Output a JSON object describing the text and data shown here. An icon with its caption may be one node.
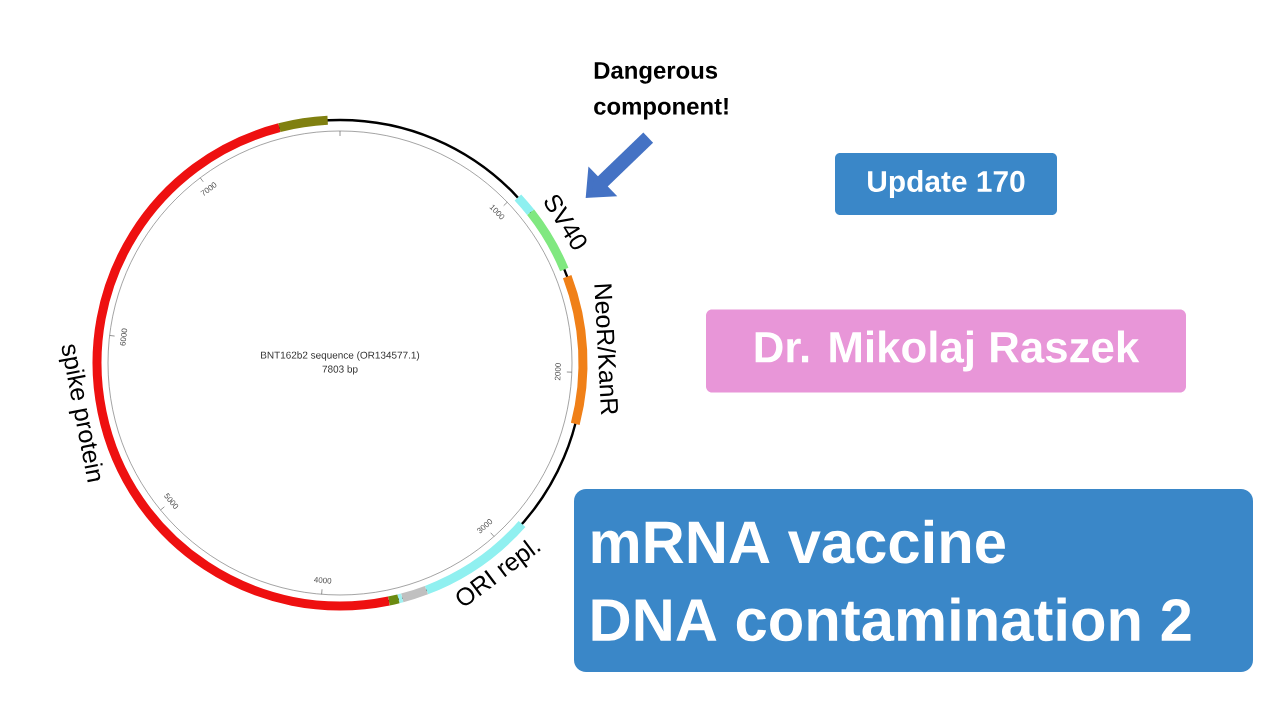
{
  "diagram": {
    "nodes": [
      {
        "text": [
          "Dangerous component!"
        ]
      },
      {
        "text": [
          "Update 170"
        ]
      },
      {
        "text": [
          "SV40"
        ]
      },
      {
        "text": [
          "BNT162b2 sequence (OR134577.1)",
          "7803 bp"
        ]
      },
      {
        "text": [
          "Dr. Mikolaj Raszek"
        ]
      },
      {
        "text": [
          "mRNA vaccine DNA contamination 2"
        ]
      }
    ],
    "edges": [
      {
        "from": 0,
        "to": 2,
        "arrow": "to"
      }
    ],
    "labels": [
      "NeoR/KanR",
      "spike protein",
      "ORI repl.",
      "1000",
      "2000",
      "3000",
      "4000",
      "5000",
      "6000",
      "7000"
    ]
  }
}
